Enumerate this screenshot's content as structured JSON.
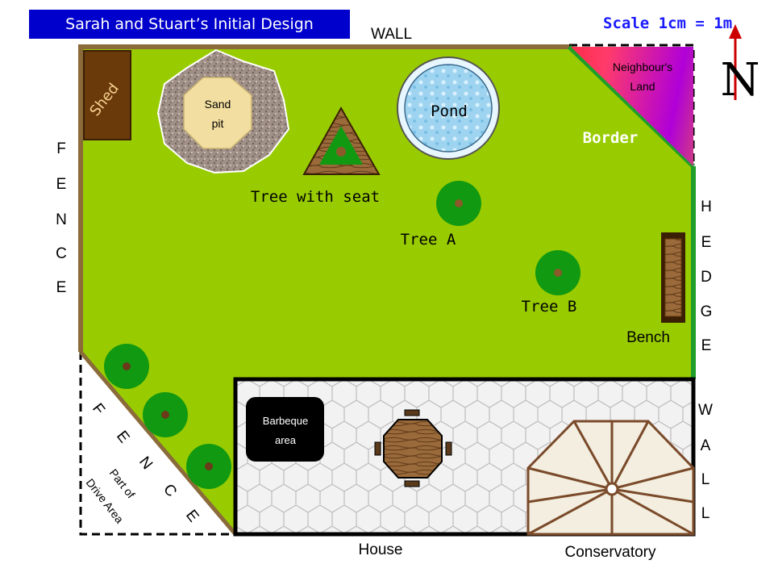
{
  "title": "Sarah and Stuart’s Initial Design",
  "scale": "Scale 1cm = 1m",
  "labels": {
    "wall_top": "WALL",
    "neighbour_line1": "Neighbour's",
    "neighbour_line2": "Land",
    "north": "N",
    "shed": "Shed",
    "sand_line1": "Sand",
    "sand_line2": "pit",
    "pond": "Pond",
    "border": "Border",
    "tree_seat": "Tree with seat",
    "tree_a": "Tree A",
    "tree_b": "Tree B",
    "bench": "Bench",
    "barbeque_line1": "Barbeque",
    "barbeque_line2": "area",
    "house": "House",
    "conservatory": "Conservatory",
    "drive_line1": "Part of",
    "drive_line2": "Drive Area"
  },
  "fence_left_letters": [
    "F",
    "E",
    "N",
    "C",
    "E"
  ],
  "hedge_letters": [
    "H",
    "E",
    "D",
    "G",
    "E"
  ],
  "wall_right_letters": [
    "W",
    "A",
    "L",
    "L"
  ],
  "fence_diag_letters": [
    "F",
    "E",
    "N",
    "C",
    "E"
  ],
  "colors": {
    "lawn": "#99cc00",
    "wall": "#8b6b3a",
    "hedge": "#1f9e2a",
    "tree": "#119911",
    "title_bg": "#0000cc",
    "scale_text": "#1a1aff",
    "north_arrow": "#cc0000"
  }
}
